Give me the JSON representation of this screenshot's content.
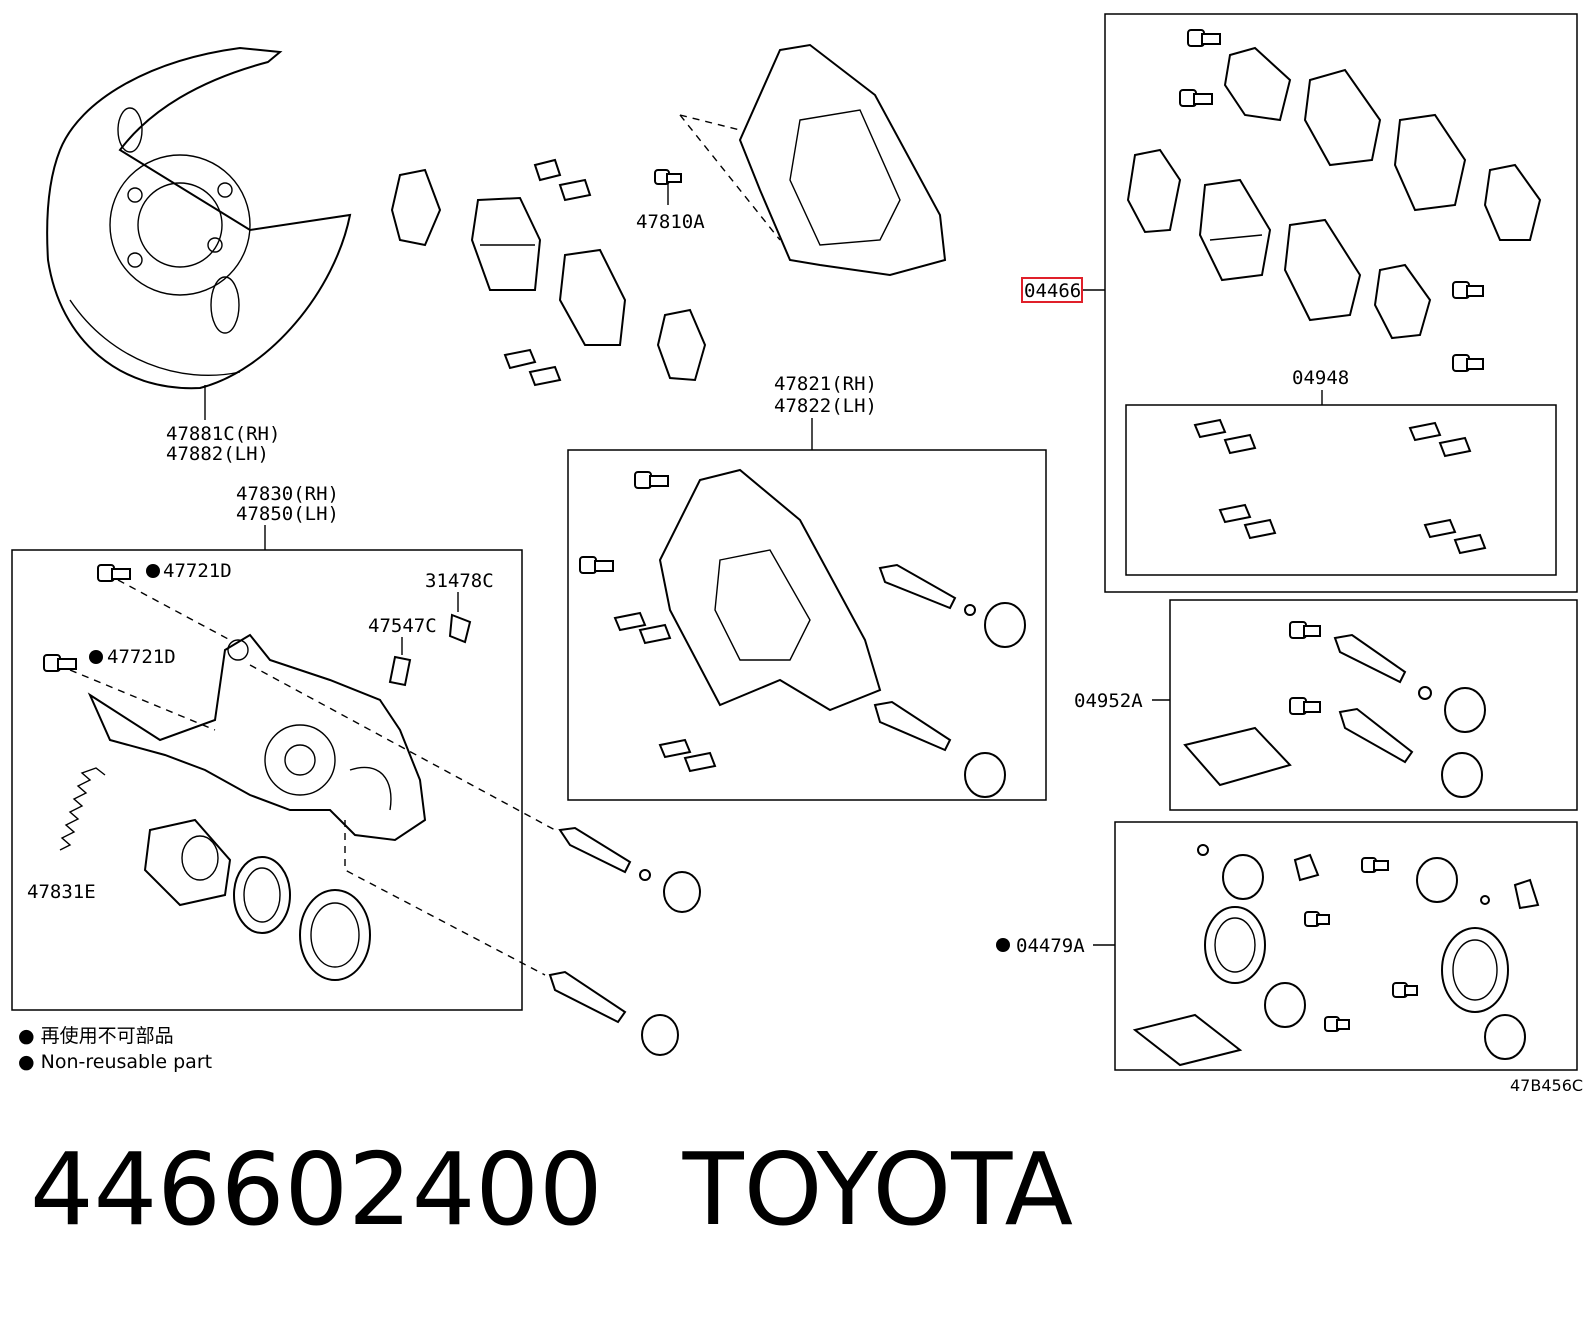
{
  "labels": {
    "dust_cover": [
      "47881C(RH)",
      "47882(LH)"
    ],
    "pad_bolt": "47810A",
    "caliper_assy": [
      "47830(RH)",
      "47850(LH)"
    ],
    "bolt_upper": "47721D",
    "bolt_lower": "47721D",
    "cap": "31478C",
    "bleeder": "47547C",
    "spring": "47831E",
    "mounting": [
      "47821(RH)",
      "47822(LH)"
    ],
    "pad_kit": "04466",
    "fitting_kit": "04948",
    "slide_pin_kit": "04952A",
    "repair_kit": "04479A"
  },
  "legend": {
    "bullet": "●",
    "jp": "再使用不可部品",
    "en": "Non-reusable part"
  },
  "diagram_code": "47B456C",
  "footer": {
    "part_number": "446602400",
    "brand": "TOYOTA"
  },
  "colors": {
    "highlight": "#e0202a",
    "line": "#000000"
  }
}
